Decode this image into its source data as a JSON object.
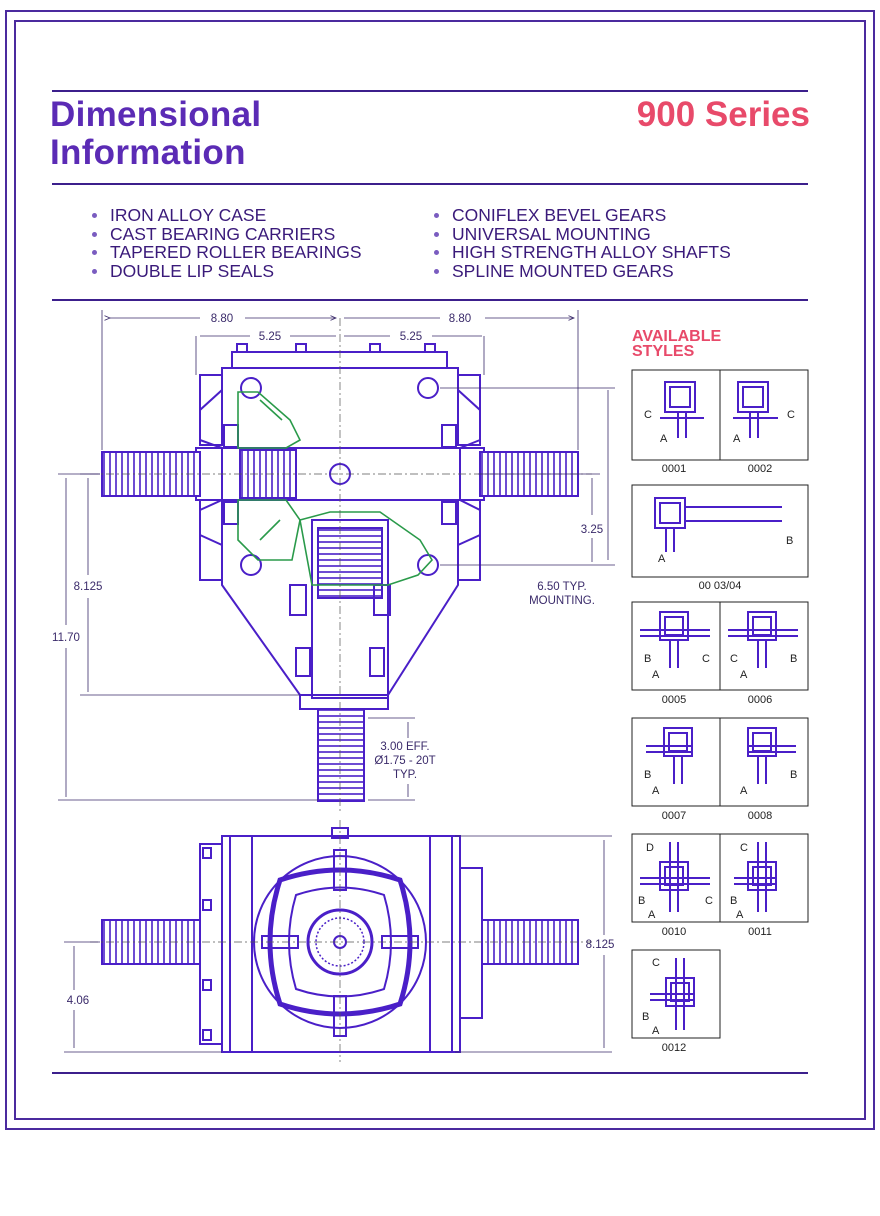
{
  "header": {
    "title_line1": "Dimensional",
    "title_line2": "Information",
    "series": "900 Series"
  },
  "features": {
    "left": [
      "IRON ALLOY CASE",
      "CAST BEARING CARRIERS",
      "TAPERED ROLLER BEARINGS",
      "DOUBLE LIP SEALS"
    ],
    "right": [
      "CONIFLEX BEVEL GEARS",
      "UNIVERSAL MOUNTING",
      "HIGH STRENGTH ALLOY SHAFTS",
      "SPLINE MOUNTED GEARS"
    ]
  },
  "dimensions": {
    "left_width": "8.80",
    "right_width": "8.80",
    "left_inner": "5.25",
    "right_inner": "5.25",
    "height_center": "8.125",
    "height_total": "11.70",
    "mount_offset": "3.25",
    "mount_note_1": "6.50 TYP.",
    "mount_note_2": "MOUNTING.",
    "shaft_eff": "3.00 EFF.",
    "shaft_spline": "Ø1.75 - 20T",
    "shaft_typ": "TYP.",
    "bottom_height": "8.125",
    "bottom_half": "4.06"
  },
  "available_styles": {
    "heading_line1": "AVAILABLE",
    "heading_line2": "STYLES",
    "styles": [
      {
        "code": "0001",
        "labels": [
          "C",
          "A"
        ]
      },
      {
        "code": "0002",
        "labels": [
          "A",
          "C"
        ]
      },
      {
        "code": "00 03/04",
        "labels": [
          "A",
          "B"
        ]
      },
      {
        "code": "0005",
        "labels": [
          "B",
          "C",
          "A"
        ]
      },
      {
        "code": "0006",
        "labels": [
          "C",
          "B",
          "A"
        ]
      },
      {
        "code": "0007",
        "labels": [
          "B",
          "A"
        ]
      },
      {
        "code": "0008",
        "labels": [
          "B",
          "A"
        ]
      },
      {
        "code": "0010",
        "labels": [
          "D",
          "B",
          "C",
          "A"
        ]
      },
      {
        "code": "0011",
        "labels": [
          "C",
          "B",
          "A"
        ]
      },
      {
        "code": "0012",
        "labels": [
          "C",
          "B",
          "A"
        ]
      }
    ]
  },
  "colors": {
    "frame": "#4b2a9e",
    "title": "#5b2bb5",
    "series": "#e84a6a",
    "drawing": "#4a1fc8",
    "section": "#2a9a4a"
  }
}
